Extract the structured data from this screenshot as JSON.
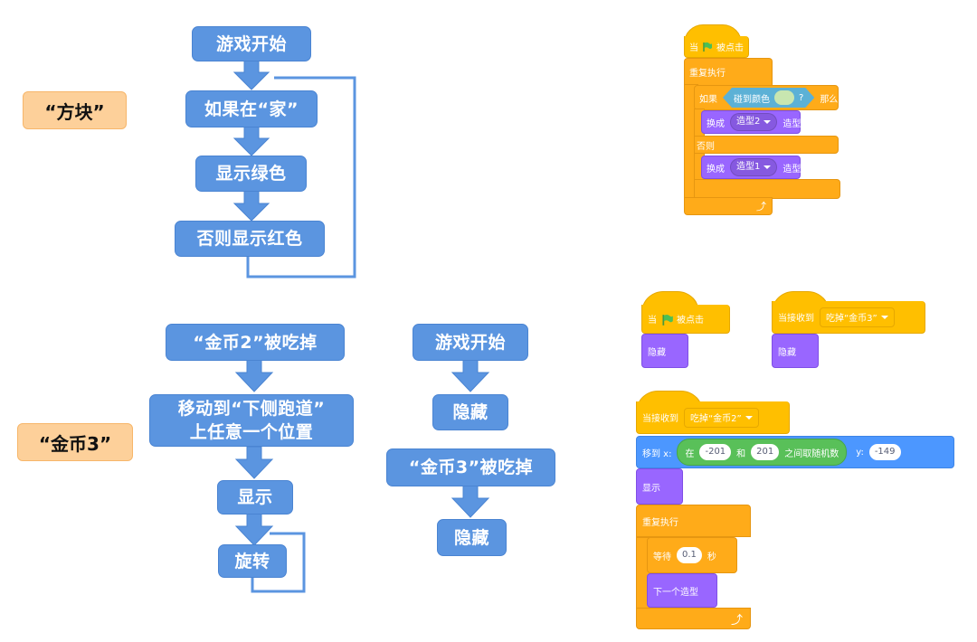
{
  "labels": {
    "block_label": "“方块”",
    "coin_label": "“金币3”"
  },
  "flowchart_block": {
    "steps": [
      "游戏开始",
      "如果在“家”",
      "显示绿色",
      "否则显示红色"
    ]
  },
  "flowchart_coin_left": {
    "steps": [
      "“金币2”被吃掉",
      "移动到“下侧跑道”",
      "上任意一个位置",
      "显示",
      "旋转"
    ]
  },
  "flowchart_coin_right": {
    "steps": [
      "游戏开始",
      "隐藏",
      "“金币3”被吃掉",
      "隐藏"
    ]
  },
  "script_block": {
    "hat_when": "当",
    "hat_clicked": "被点击",
    "forever": "重复执行",
    "if": "如果",
    "touching_color": "碰到颜色",
    "question": "?",
    "then": "那么",
    "switch_to": "换成",
    "costume2": "造型2",
    "costume_word": "造型",
    "else": "否则",
    "costume1": "造型1",
    "sensing_color": "#c8e6b0"
  },
  "script_coin_1": {
    "hat_when": "当",
    "hat_clicked": "被点击",
    "hide": "隐藏"
  },
  "script_coin_2": {
    "when_receive": "当接收到",
    "message": "吃掉“金币3”",
    "hide": "隐藏"
  },
  "script_coin_3": {
    "when_receive": "当接收到",
    "message": "吃掉“金币2”",
    "goto_x": "移到 x:",
    "between": "在",
    "min": "-201",
    "and": "和",
    "max": "201",
    "random_text": "之间取随机数",
    "y_label": "y:",
    "y_value": "-149",
    "show": "显示",
    "forever": "重复执行",
    "wait": "等待",
    "wait_value": "0.1",
    "seconds": "秒",
    "next_costume": "下一个造型"
  },
  "colors": {
    "flow_blue": "#5b95e0",
    "label_orange": "#fdd09a",
    "events_yellow": "#ffbf00",
    "control_orange": "#ffab19",
    "looks_purple": "#9966ff",
    "motion_blue": "#4c97ff",
    "operator_green": "#59c059"
  }
}
